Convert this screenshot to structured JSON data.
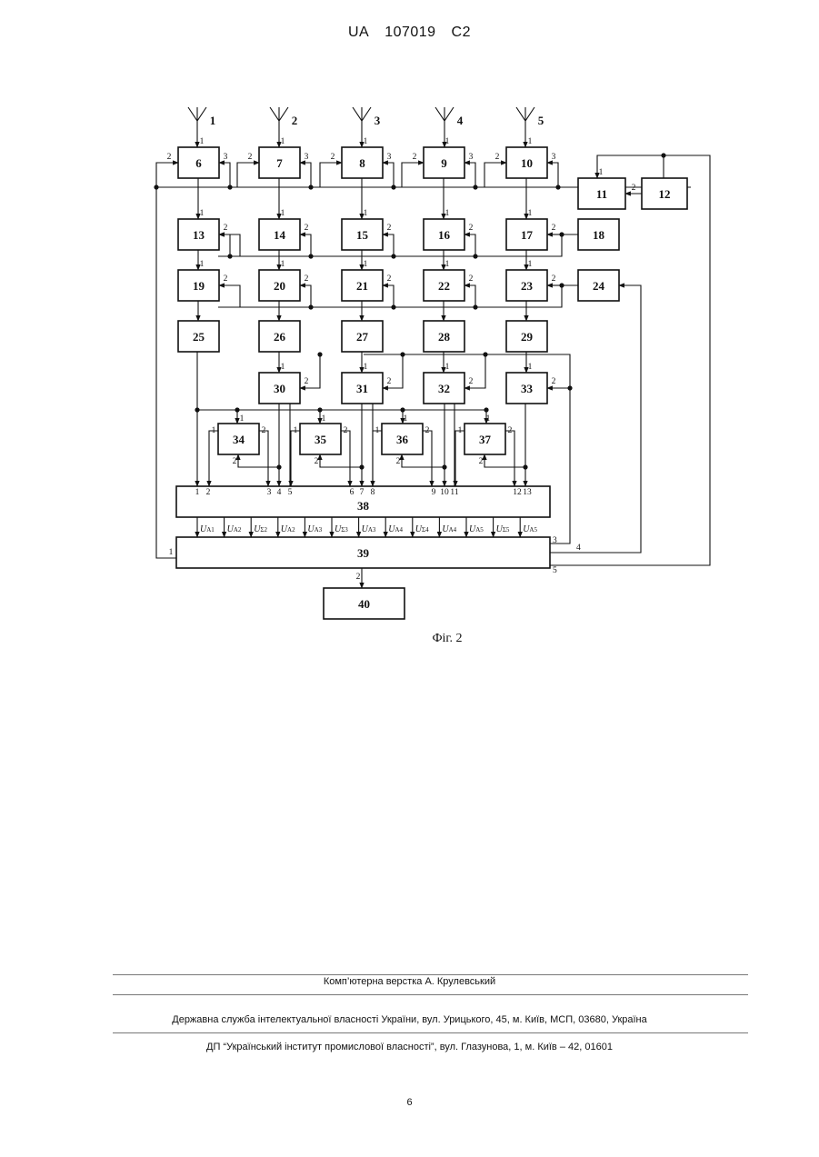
{
  "header": {
    "country": "UA",
    "number": "107019",
    "kind": "C2"
  },
  "figure": {
    "caption": "Фіг. 2",
    "antennas": [
      "1",
      "2",
      "3",
      "4",
      "5"
    ],
    "blocks": [
      "6",
      "7",
      "8",
      "9",
      "10",
      "11",
      "12",
      "13",
      "14",
      "15",
      "16",
      "17",
      "18",
      "19",
      "20",
      "21",
      "22",
      "23",
      "24",
      "25",
      "26",
      "27",
      "28",
      "29",
      "30",
      "31",
      "32",
      "33",
      "34",
      "35",
      "36",
      "37",
      "38",
      "39",
      "40"
    ],
    "block38_inputs": [
      "1",
      "2",
      "3",
      "4",
      "5",
      "6",
      "7",
      "8",
      "9",
      "10",
      "11",
      "12",
      "13"
    ],
    "bus_labels": [
      "UA1",
      "UA2",
      "UΣ2",
      "UA2",
      "UA3",
      "UΣ3",
      "UA3",
      "UA4",
      "UΣ4",
      "UA4",
      "UA5",
      "UΣ5",
      "UA5"
    ]
  },
  "footer": {
    "layout_credit": "Комп’ютерна верстка А. Крулевський",
    "agency": "Державна служба інтелектуальної власності України, вул. Урицького, 45, м. Київ, МСП, 03680, Україна",
    "institute": "ДП “Український інститут промислової власності”, вул. Глазунова, 1, м. Київ – 42, 01601",
    "page_number": "6"
  }
}
